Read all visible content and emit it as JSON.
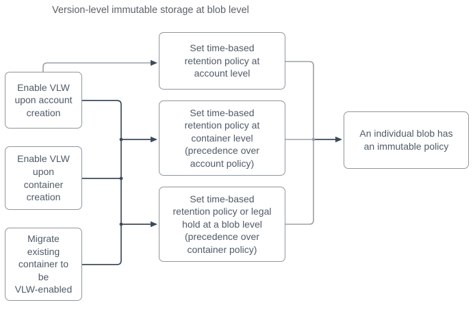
{
  "title": "Version-level immutable storage at blob level",
  "colors": {
    "background": "#ffffff",
    "node_fill": "#ffffff",
    "node_border": "#8d959e",
    "text": "#4f5a67",
    "title_text": "#5b6169",
    "edge_dark": "#3d4a5a",
    "edge_light": "#9aa0a8"
  },
  "nodes": {
    "l1": {
      "label": "Enable VLW\nupon account\ncreation"
    },
    "l2": {
      "label": "Enable VLW\nupon\ncontainer\ncreation"
    },
    "l3": {
      "label": "Migrate\nexisting\ncontainer to\nbe\nVLW-enabled"
    },
    "m1": {
      "label": "Set time-based\nretention policy at\naccount level"
    },
    "m2": {
      "label": "Set time-based\nretention policy at\ncontainer level\n(precedence over\naccount policy)"
    },
    "m3": {
      "label": "Set time-based\nretention policy or legal\nhold at a blob level\n(precedence over\ncontainer policy)"
    },
    "r1": {
      "label": "An individual blob has\nan immutable policy"
    }
  },
  "edges": [
    {
      "from": "enable-vlw-account-creation",
      "to": "retention-policy-account-level",
      "arrow": true
    },
    {
      "from": "enable-vlw-account-creation",
      "to": "left-merge-trunk",
      "arrow": false
    },
    {
      "from": "enable-vlw-container-creation",
      "to": "left-merge-trunk",
      "arrow": false
    },
    {
      "from": "migrate-existing-container",
      "to": "left-merge-trunk",
      "arrow": false
    },
    {
      "from": "left-merge-trunk",
      "to": "retention-policy-container-level",
      "arrow": true
    },
    {
      "from": "left-merge-trunk",
      "to": "retention-policy-blob-level",
      "arrow": true
    },
    {
      "from": "retention-policy-account-level",
      "to": "right-merge-trunk",
      "arrow": false
    },
    {
      "from": "retention-policy-container-level",
      "to": "right-merge-trunk",
      "arrow": false
    },
    {
      "from": "retention-policy-blob-level",
      "to": "right-merge-trunk",
      "arrow": false
    },
    {
      "from": "right-merge-trunk",
      "to": "individual-blob-immutable-policy",
      "arrow": true
    }
  ]
}
